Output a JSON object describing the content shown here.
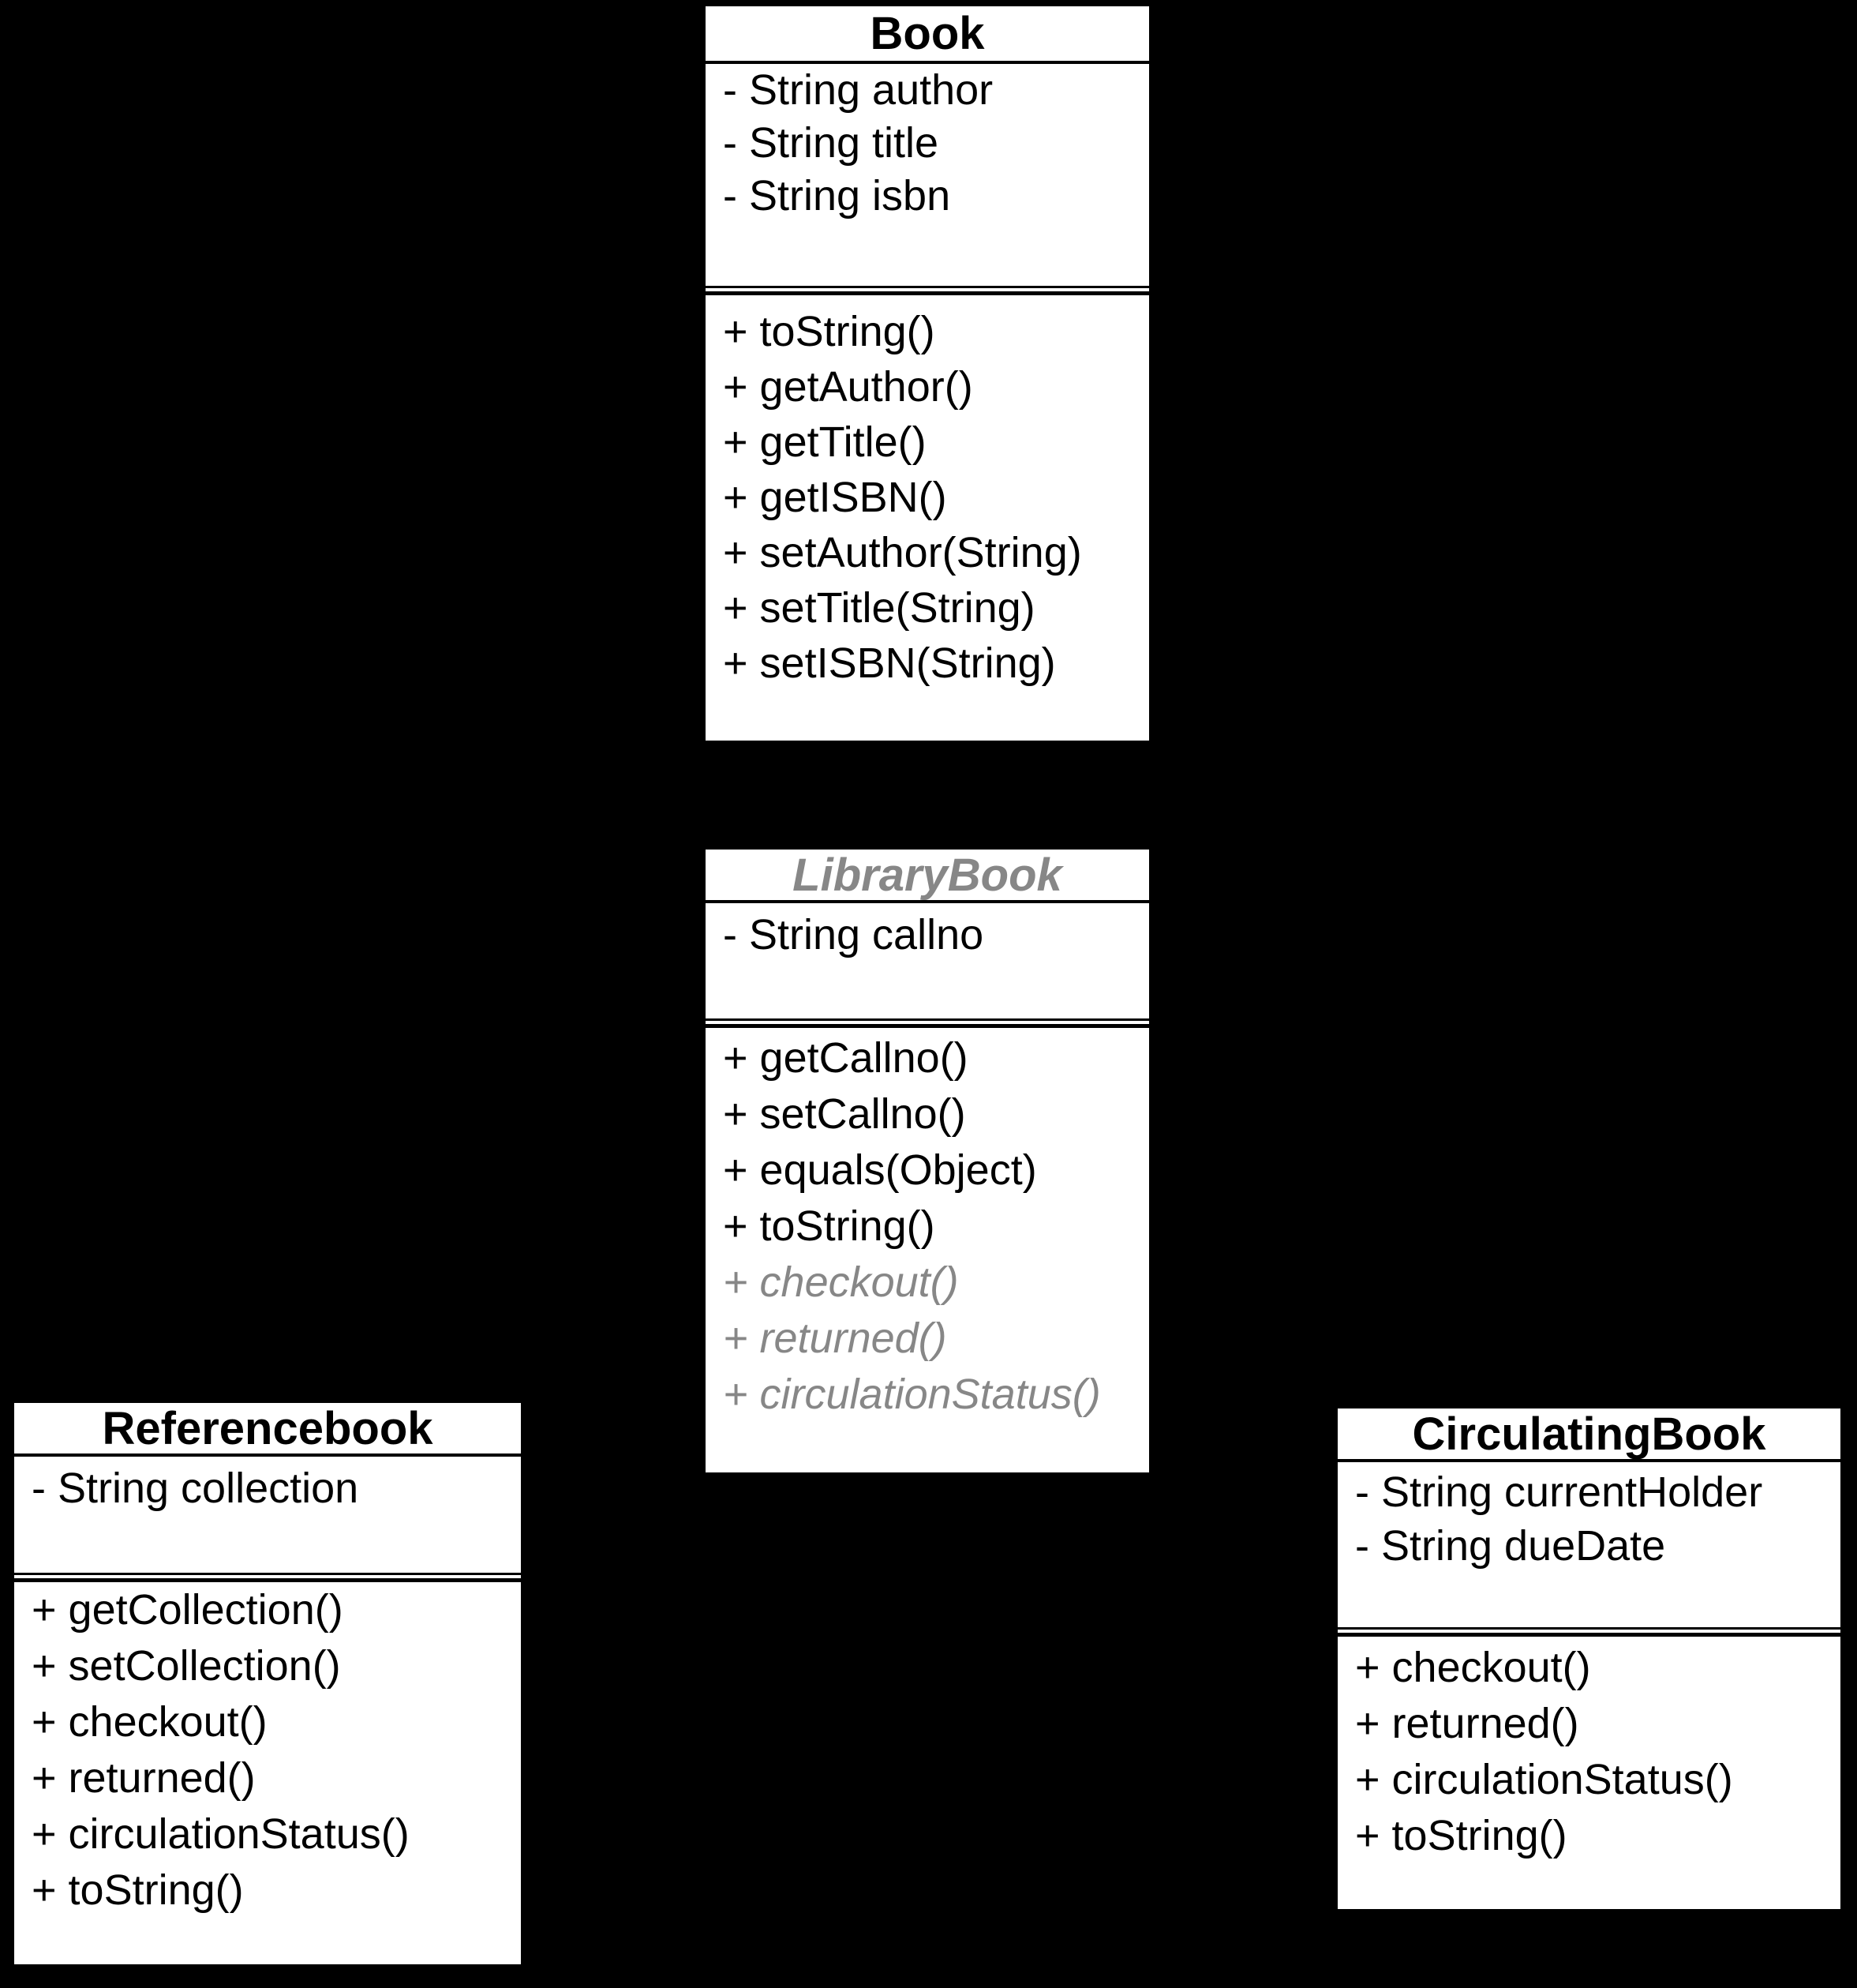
{
  "diagram": {
    "colors": {
      "background": "#000000",
      "box_fill": "#ffffff",
      "line": "#000000",
      "abstract_text": "#878787",
      "text": "#000000"
    }
  },
  "classes": [
    {
      "name": "Book",
      "abstract": false,
      "attributes": [
        {
          "label": "- String author",
          "abstract": false
        },
        {
          "label": "- String title",
          "abstract": false
        },
        {
          "label": "- String isbn",
          "abstract": false
        }
      ],
      "methods": [
        {
          "label": "+ toString()",
          "abstract": false
        },
        {
          "label": "+ getAuthor()",
          "abstract": false
        },
        {
          "label": "+ getTitle()",
          "abstract": false
        },
        {
          "label": "+ getISBN()",
          "abstract": false
        },
        {
          "label": "+ setAuthor(String)",
          "abstract": false
        },
        {
          "label": "+ setTitle(String)",
          "abstract": false
        },
        {
          "label": "+ setISBN(String)",
          "abstract": false
        }
      ]
    },
    {
      "name": "LibraryBook",
      "abstract": true,
      "attributes": [
        {
          "label": "- String callno",
          "abstract": false
        }
      ],
      "methods": [
        {
          "label": "+ getCallno()",
          "abstract": false
        },
        {
          "label": "+ setCallno()",
          "abstract": false
        },
        {
          "label": "+ equals(Object)",
          "abstract": false
        },
        {
          "label": "+ toString()",
          "abstract": false
        },
        {
          "label": "+ checkout()",
          "abstract": true
        },
        {
          "label": "+ returned()",
          "abstract": true
        },
        {
          "label": "+ circulationStatus()",
          "abstract": true
        }
      ]
    },
    {
      "name": "Referencebook",
      "abstract": false,
      "attributes": [
        {
          "label": "- String collection",
          "abstract": false
        }
      ],
      "methods": [
        {
          "label": "+ getCollection()",
          "abstract": false
        },
        {
          "label": "+ setCollection()",
          "abstract": false
        },
        {
          "label": "+ checkout()",
          "abstract": false
        },
        {
          "label": "+ returned()",
          "abstract": false
        },
        {
          "label": "+ circulationStatus()",
          "abstract": false
        },
        {
          "label": "+ toString()",
          "abstract": false
        }
      ]
    },
    {
      "name": "CirculatingBook",
      "abstract": false,
      "attributes": [
        {
          "label": "- String currentHolder",
          "abstract": false
        },
        {
          "label": "- String dueDate",
          "abstract": false
        }
      ],
      "methods": [
        {
          "label": "+ checkout()",
          "abstract": false
        },
        {
          "label": "+ returned()",
          "abstract": false
        },
        {
          "label": "+ circulationStatus()",
          "abstract": false
        },
        {
          "label": "+ toString()",
          "abstract": false
        }
      ]
    }
  ]
}
